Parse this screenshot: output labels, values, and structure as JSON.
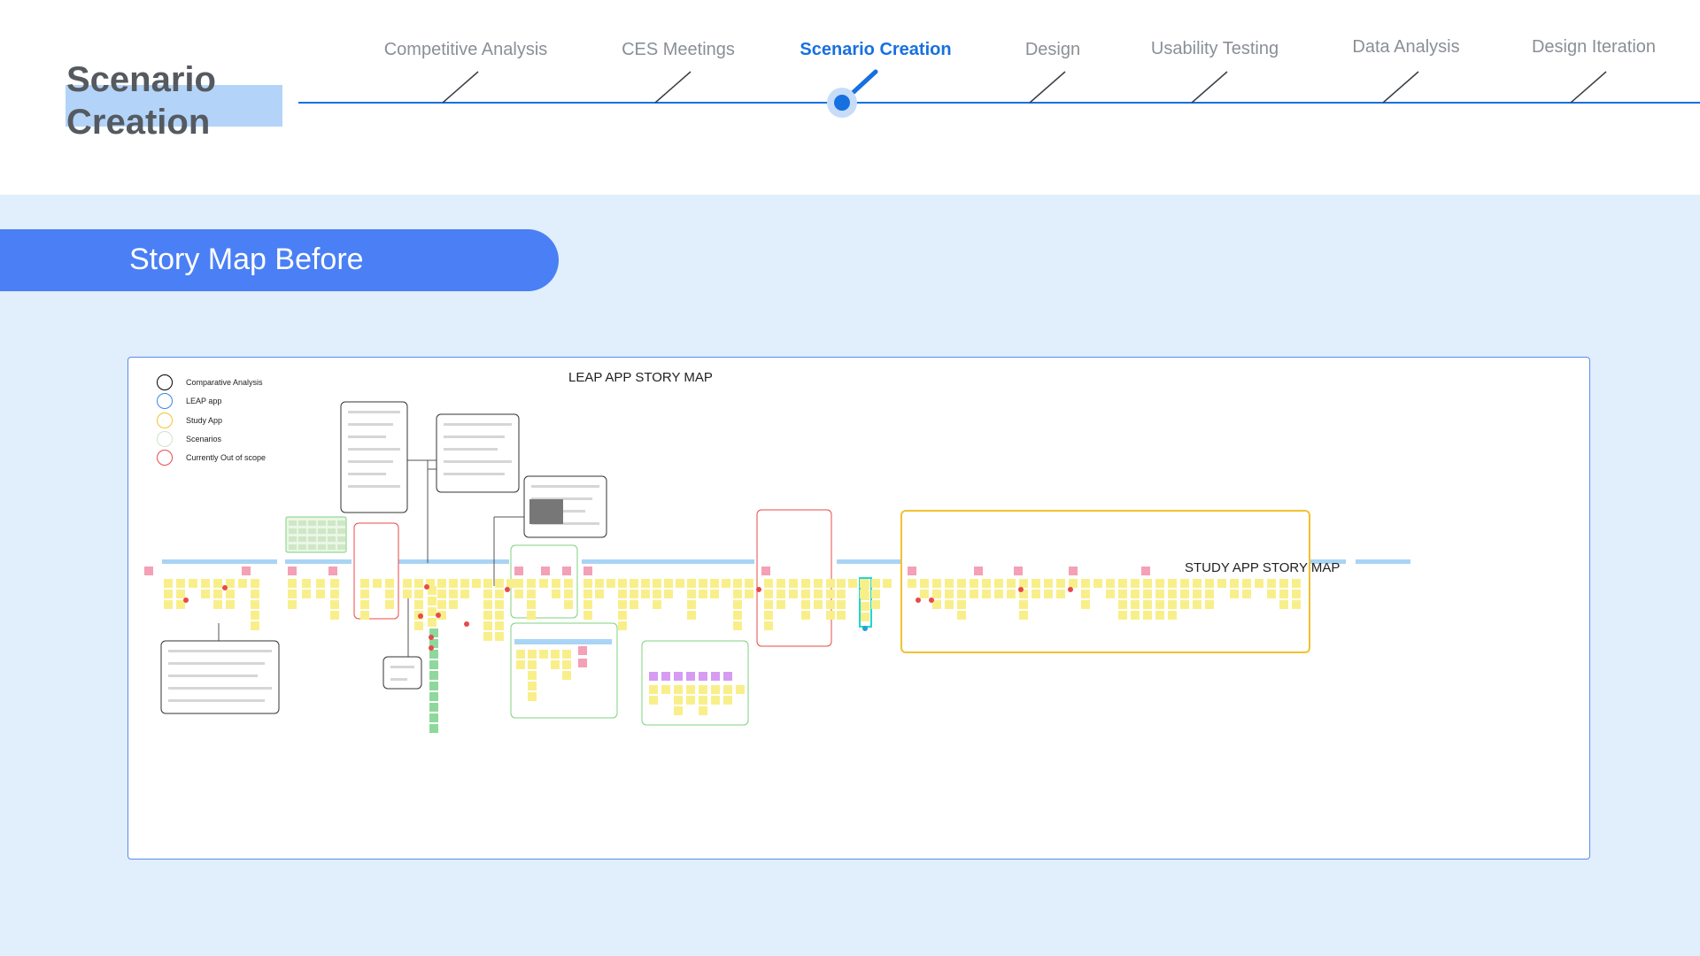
{
  "header": {
    "title": "Scenario Creation",
    "steps": [
      {
        "label": "Competitive Analysis",
        "active": false
      },
      {
        "label": "CES Meetings",
        "active": false
      },
      {
        "label": "Scenario Creation",
        "active": true
      },
      {
        "label": "Design",
        "active": false
      },
      {
        "label": "Usability Testing",
        "active": false
      },
      {
        "label": "Data Analysis",
        "active": false
      },
      {
        "label": "Design Iteration",
        "active": false
      }
    ],
    "colors": {
      "active": "#1770e0",
      "inactive": "#8a8f96",
      "track": "#1770e0"
    }
  },
  "section": {
    "title": "Story Map Before"
  },
  "board": {
    "legend": [
      {
        "label": "Comparative Analysis",
        "color": "#000000"
      },
      {
        "label": "LEAP app",
        "color": "#3a86e8"
      },
      {
        "label": "Study App",
        "color": "#f2c230"
      },
      {
        "label": "Scenarios",
        "color": "#cfe3c8"
      },
      {
        "label": "Currently Out of scope",
        "color": "#e84a4a"
      }
    ],
    "leap_title": "LEAP APP STORY MAP",
    "study_title": "STUDY APP STORY MAP",
    "colors": {
      "sticky_yellow": "#f9ef8a",
      "sticky_pink": "#f4a0b6",
      "sticky_green": "#8ed89c",
      "sticky_purple": "#d59cf2",
      "header_blue": "#a9d4f5",
      "frame_green": "#7fd07f",
      "frame_red": "#e84a4a",
      "frame_yellow": "#f2c230",
      "frame_cyan": "#22d6d0"
    }
  }
}
